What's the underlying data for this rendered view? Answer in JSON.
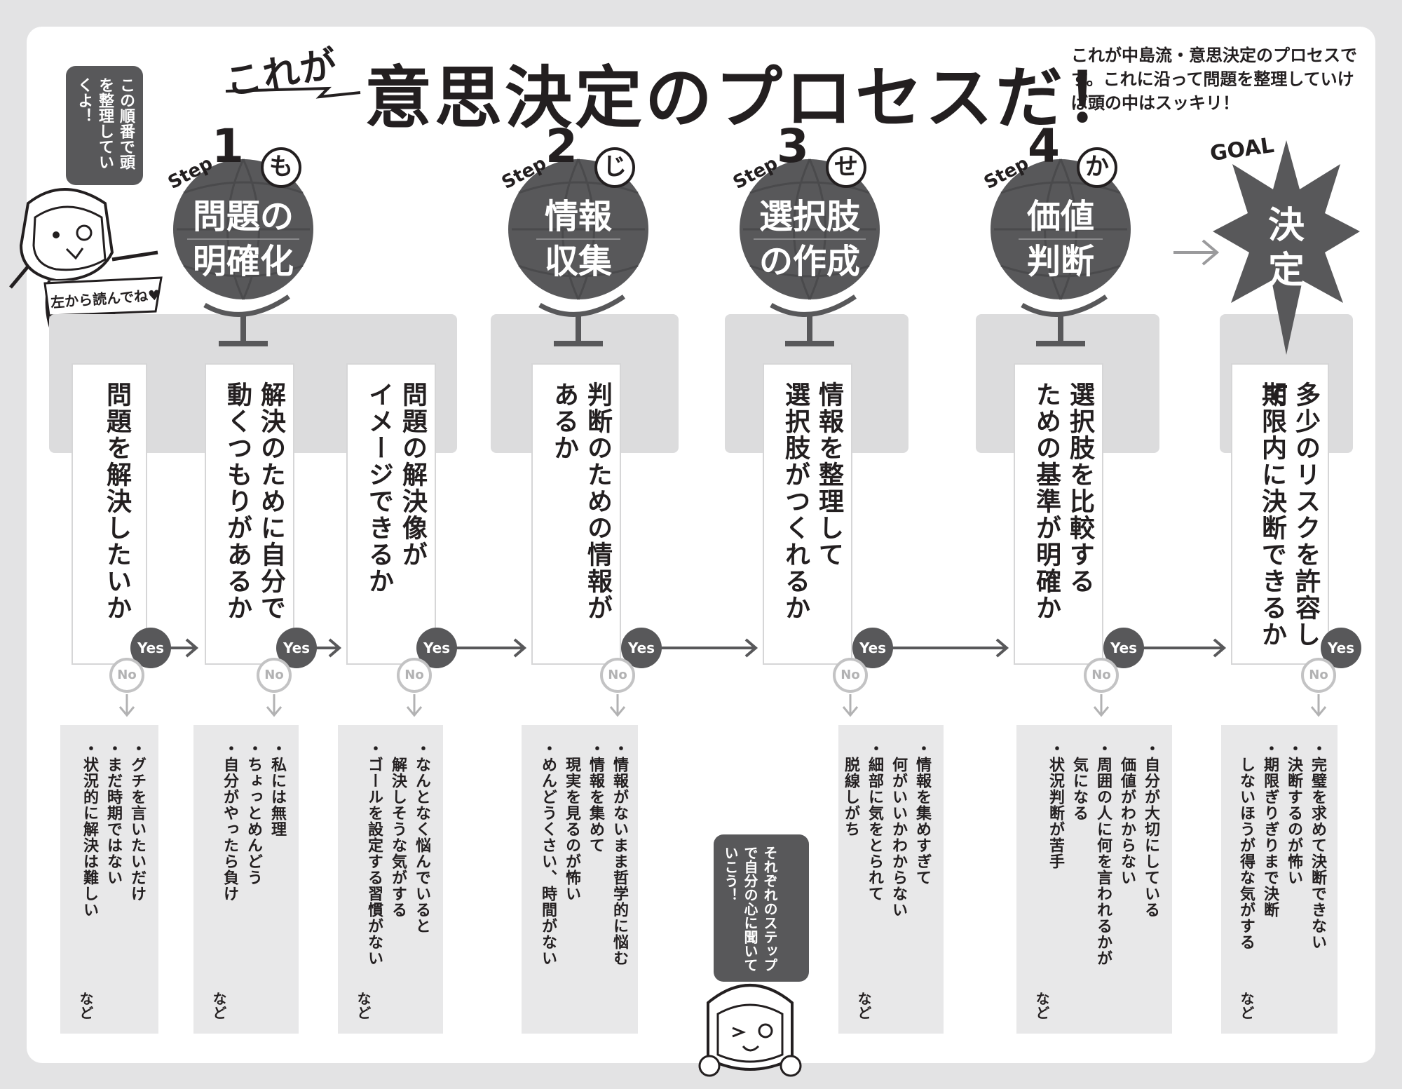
{
  "title": {
    "lead": "これが",
    "main": "意思決定のプロセスだ！"
  },
  "description": "これが中島流・意思決定のプロセスです。これに沿って問題を整理していけば頭の中はスッキリ！",
  "bubble_top": "この順番で頭を整理していくよ！",
  "banner_text": "左から読んでね♥",
  "bubble_bottom": "それぞれのステップで自分の心に聞いていこう！",
  "step_word": "Step",
  "goal_word": "GOAL",
  "yes_label": "Yes",
  "no_label": "No",
  "nado": "など",
  "steps": [
    {
      "num": "1",
      "kana": "も",
      "label_l1": "問題の",
      "label_l2": "明確化"
    },
    {
      "num": "2",
      "kana": "じ",
      "label_l1": "情報",
      "label_l2": "収集"
    },
    {
      "num": "3",
      "kana": "せ",
      "label_l1": "選択肢",
      "label_l2": "の作成"
    },
    {
      "num": "4",
      "kana": "か",
      "label_l1": "価値",
      "label_l2": "判断"
    }
  ],
  "goal": {
    "label_l1": "決",
    "label_l2": "定"
  },
  "questions": [
    {
      "col1": "問題を解決したいか",
      "col2": ""
    },
    {
      "col1": "解決のために自分で",
      "col2": "動くつもりがあるか"
    },
    {
      "col1": "問題の解決像が",
      "col2": "イメージできるか"
    },
    {
      "col1": "判断のための情報が",
      "col2": "あるか"
    },
    {
      "col1": "情報を整理して",
      "col2": "選択肢がつくれるか"
    },
    {
      "col1": "選択肢を比較する",
      "col2": "ための基準が明確か"
    },
    {
      "col1": "多少のリスクを許容して",
      "col2": "期限内に決断できるか"
    }
  ],
  "no_notes": [
    {
      "lines": [
        "・グチを言いたいだけ",
        "・まだ時期ではない",
        "・状況的に解決は難しい"
      ]
    },
    {
      "lines": [
        "・私には無理",
        "・ちょっとめんどう",
        "・自分がやったら負け"
      ]
    },
    {
      "lines": [
        "・なんとなく悩んでいると",
        "　解決しそうな気がする",
        "・ゴールを設定する習慣がない"
      ]
    },
    {
      "lines": [
        "・情報がないまま哲学的に悩む",
        "・情報を集めて",
        "　現実を見るのが怖い",
        "・めんどうくさい、時間がない"
      ]
    },
    {
      "lines": [
        "・情報を集めすぎて",
        "　何がいいかわからない",
        "・細部に気をとられて",
        "　脱線しがち"
      ]
    },
    {
      "lines": [
        "・自分が大切にしている",
        "　価値がわからない",
        "・周囲の人に何を言われるかが",
        "　気になる",
        "・状況判断が苦手"
      ]
    },
    {
      "lines": [
        "・完璧を求めて決断できない",
        "・決断するのが怖い",
        "・期限ぎりぎりまで決断",
        "　しないほうが得な気がする"
      ]
    }
  ],
  "colors": {
    "dark": "#58585a",
    "ink": "#231f20",
    "strip": "#dcdcdd",
    "note": "#e8e8e9",
    "no_gray": "#b2b2b3"
  }
}
